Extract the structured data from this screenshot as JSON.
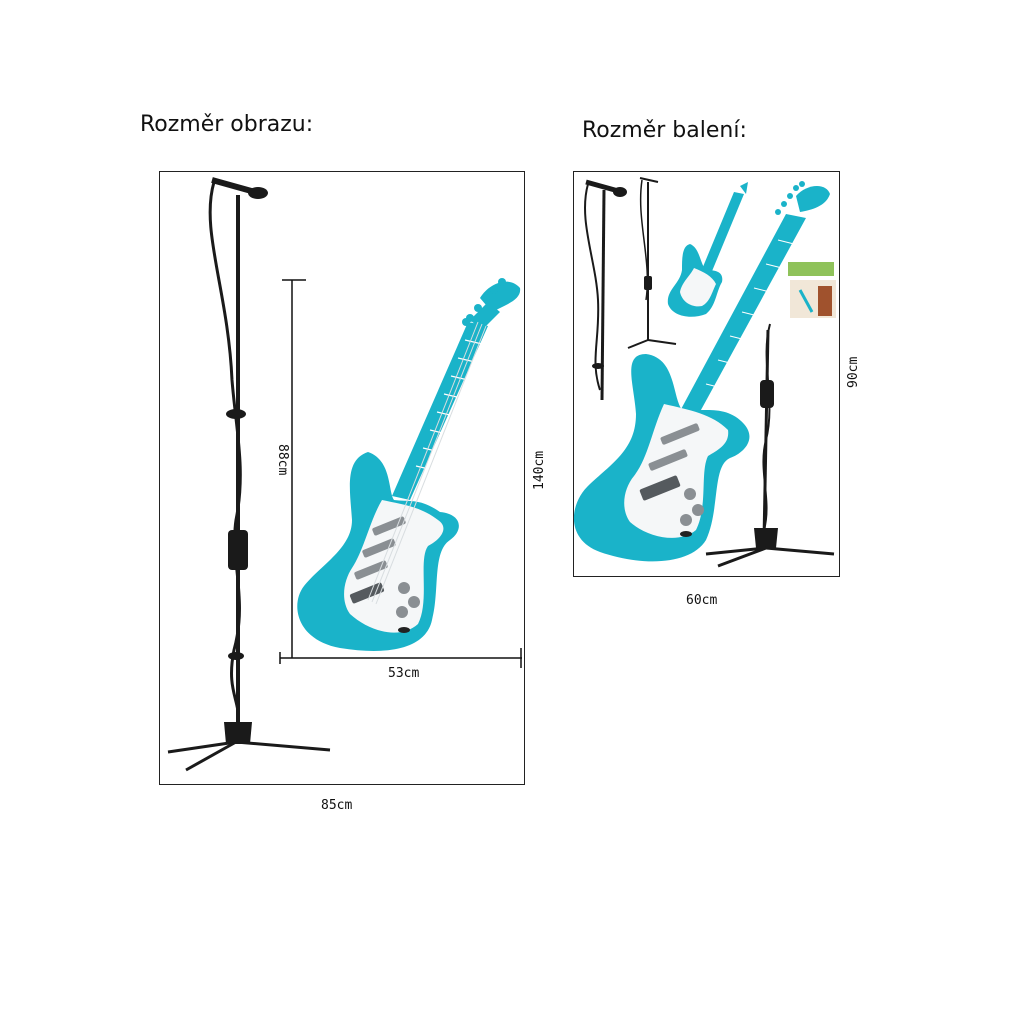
{
  "headings": {
    "image_size": "Rozměr obrazu:",
    "package_size": "Rozměr balení:"
  },
  "dimensions": {
    "frame_width": "85cm",
    "guitar_width": "53cm",
    "guitar_height": "88cm",
    "frame_height": "140cm",
    "package_width": "60cm",
    "package_height": "90cm"
  },
  "colors": {
    "guitar_body": "#1ab3c9",
    "pickguard": "#ffffff",
    "silhouette": "#1a1a1a"
  }
}
